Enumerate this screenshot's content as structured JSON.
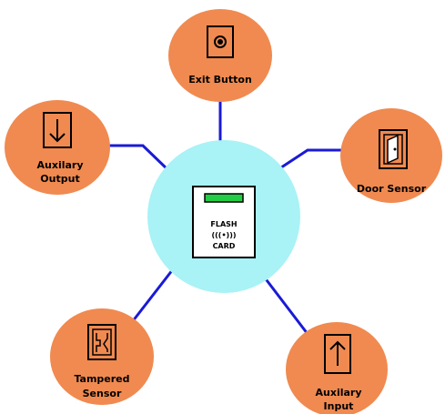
{
  "colors": {
    "node_fill": "#f08a50",
    "hub_fill": "#a9f2f6",
    "connector": "#1a1ad6",
    "card_chip": "#22cc44",
    "icon_stroke": "#000000"
  },
  "hub": {
    "card_line1": "FLASH",
    "card_line2": "(((•)))",
    "card_line3": "CARD"
  },
  "nodes": {
    "exit_button": {
      "label": "Exit Button",
      "icon": "push-button-icon"
    },
    "auxilary_output": {
      "label_line1": "Auxilary",
      "label_line2": "Output",
      "icon": "arrow-down-icon"
    },
    "door_sensor": {
      "label": "Door Sensor",
      "icon": "door-icon"
    },
    "tampered_sensor": {
      "label_line1": "Tampered",
      "label_line2": "Sensor",
      "icon": "tamper-switch-icon"
    },
    "auxilary_input": {
      "label_line1": "Auxilary",
      "label_line2": "Input",
      "icon": "arrow-up-icon"
    }
  }
}
